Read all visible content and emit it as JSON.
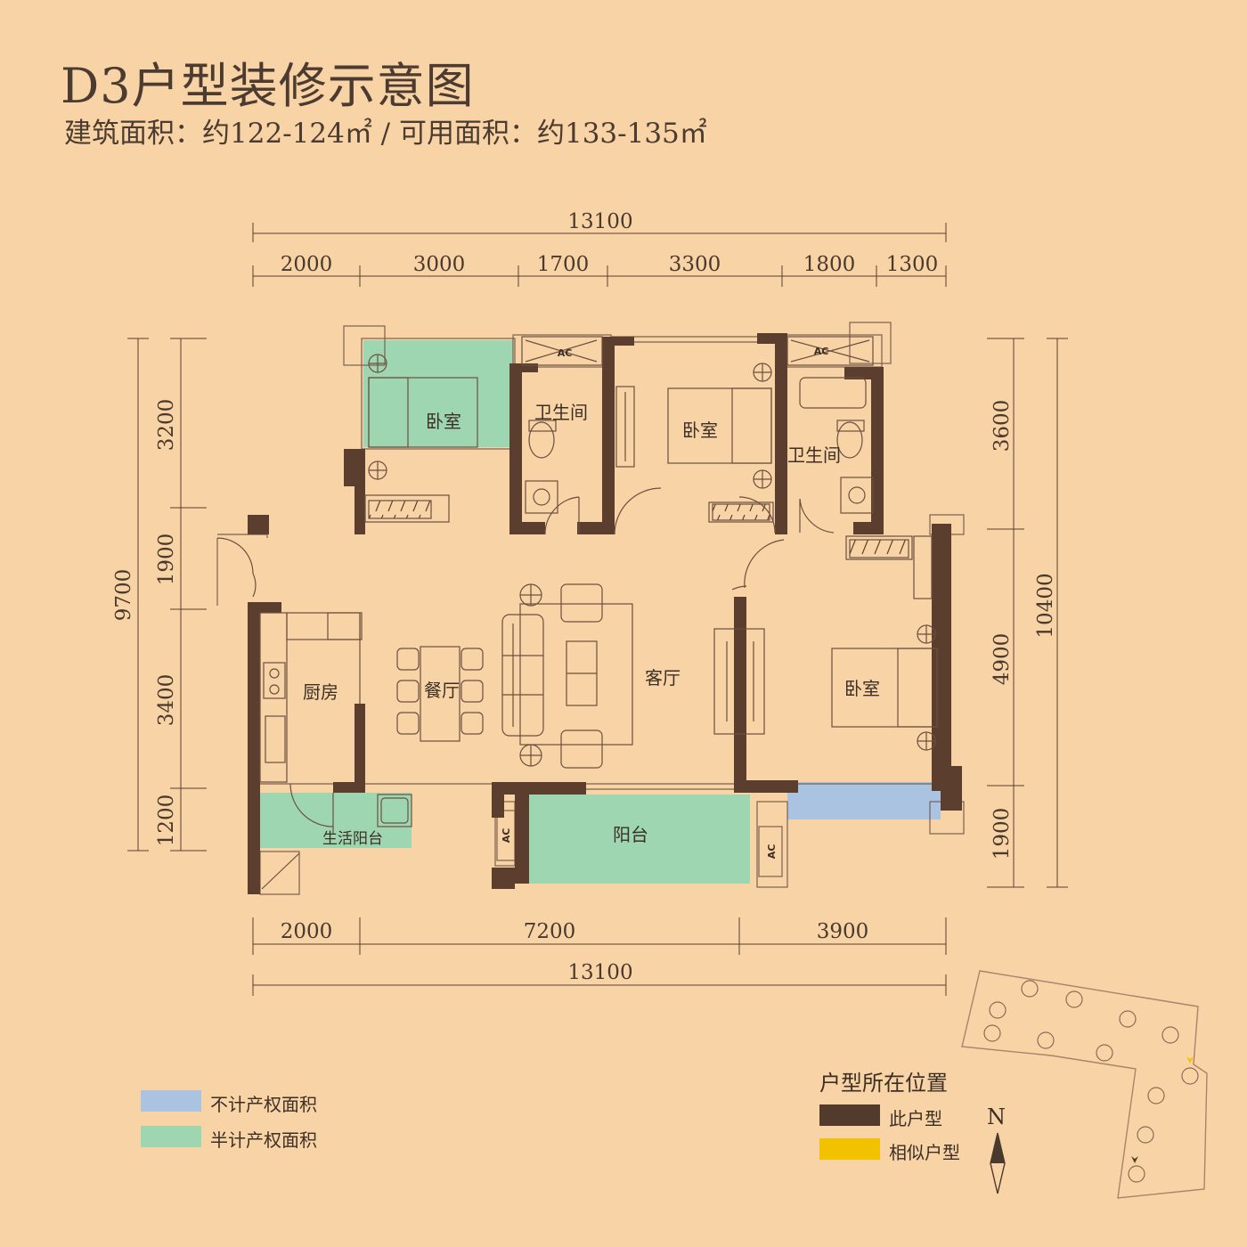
{
  "title": "D3户型装修示意图",
  "subtitle": "建筑面积：约122-124㎡ / 可用面积：约133-135㎡",
  "dimensions": {
    "top_total": "13100",
    "top": [
      "2000",
      "3000",
      "1700",
      "3300",
      "1800",
      "1300"
    ],
    "bottom": [
      "2000",
      "7200",
      "3900"
    ],
    "bottom_total": "13100",
    "left_total": "9700",
    "left": [
      "3200",
      "1900",
      "3400",
      "1200"
    ],
    "right_total": "10400",
    "right": [
      "3600",
      "4900",
      "1900"
    ]
  },
  "rooms": {
    "bedroom_nw": "卧室",
    "bath_1": "卫生间",
    "bedroom_n": "卧室",
    "bath_2": "卫生间",
    "kitchen": "厨房",
    "dining": "餐厅",
    "living": "客厅",
    "bedroom_e": "卧室",
    "utility_balcony": "生活阳台",
    "balcony": "阳台",
    "ac": "AC"
  },
  "legend": {
    "not_counted": "不计产权面积",
    "half_counted": "半计产权面积",
    "location_title": "户型所在位置",
    "this_unit": "此户型",
    "similar_unit": "相似户型",
    "north": "N"
  },
  "colors": {
    "background": "#f8d3a5",
    "wall": "#5b3e2e",
    "blue_area": "#a9c3e0",
    "green_area": "#9fd6b2",
    "this_unit": "#523a2d",
    "similar_unit": "#f2c200"
  }
}
